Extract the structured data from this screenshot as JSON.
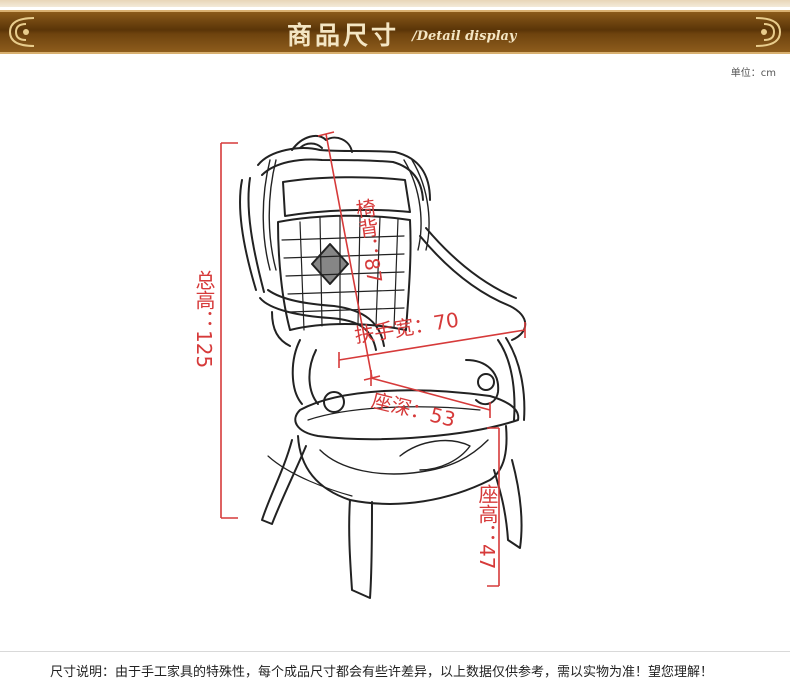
{
  "header": {
    "title_cn": "商品尺寸",
    "title_sep": "/",
    "title_en": "Detail display"
  },
  "unit_label": "单位：cm",
  "dimensions": {
    "back_label": "椅背：87",
    "armrest_label": "扶手宽：70",
    "depth_label": "座深：53",
    "seat_height_label": "座高：47",
    "total_height_label": "总高：125"
  },
  "colors": {
    "banner": "#6e430e",
    "dimension": "#d63a3a"
  },
  "footer_note": "尺寸说明：由于手工家具的特殊性，每个成品尺寸都会有些许差异，以上数据仅供参考，需以实物为准！望您理解！"
}
